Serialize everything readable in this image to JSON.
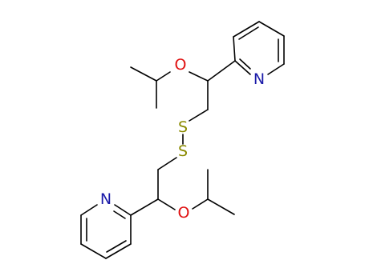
{
  "atoms": {
    "O_upper": {
      "symbol": "O",
      "color": "#e01010"
    },
    "N_upper": {
      "symbol": "N",
      "color": "#1a1aa8"
    },
    "S_upper": {
      "symbol": "S",
      "color": "#8a8a00"
    },
    "S_lower": {
      "symbol": "S",
      "color": "#8a8a00"
    },
    "N_lower": {
      "symbol": "N",
      "color": "#1a1aa8"
    },
    "O_lower": {
      "symbol": "O",
      "color": "#e01010"
    }
  }
}
